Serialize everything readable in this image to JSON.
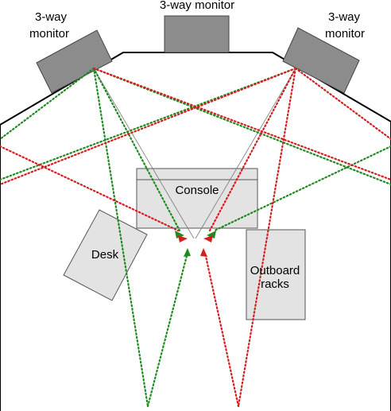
{
  "monitors": {
    "left": {
      "label_line1": "3-way",
      "label_line2": "monitor"
    },
    "center": {
      "label": "3-way monitor"
    },
    "right": {
      "label_line1": "3-way",
      "label_line2": "monitor"
    }
  },
  "furniture": {
    "console": "Console",
    "desk": "Desk",
    "outboard_line1": "Outboard",
    "outboard_line2": "racks"
  },
  "colors": {
    "room_fill": "#ffffff",
    "room_stroke": "#000000",
    "monitor_fill": "#8c8c8c",
    "box_fill": "#e3e3e3",
    "box_stroke": "#555555",
    "dotted_green": "#1f8a1f",
    "dotted_red": "#d21f1f",
    "thin_line": "#777777"
  }
}
